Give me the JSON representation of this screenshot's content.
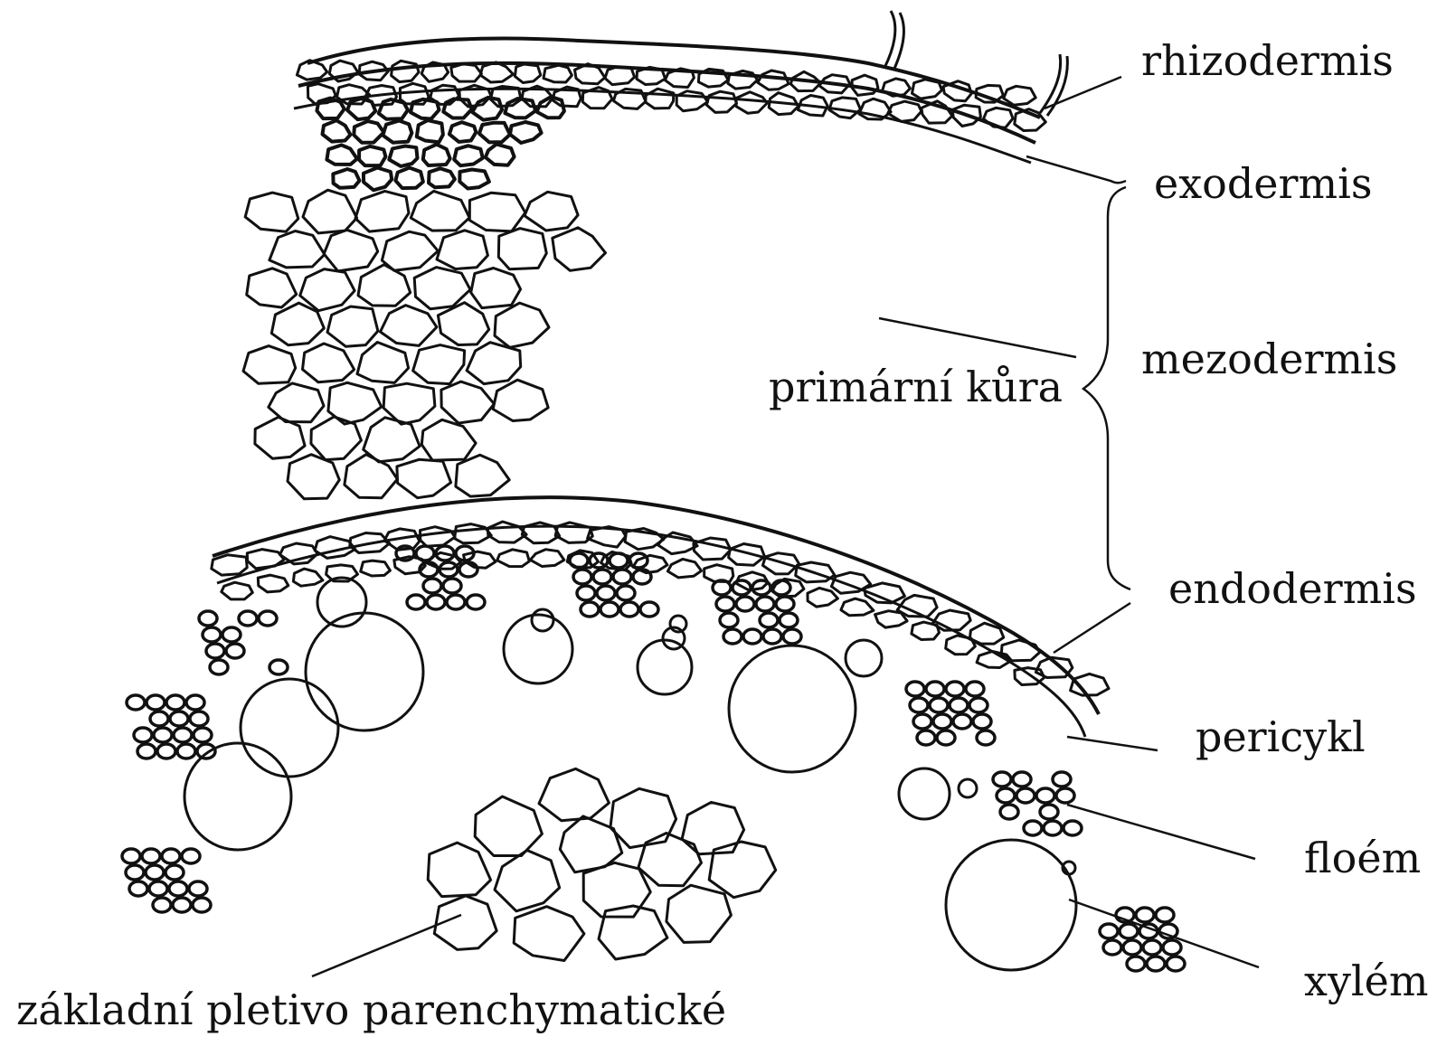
{
  "labels": {
    "rhizodermis": "rhizodermis",
    "exodermis": "exodermis",
    "mezodermis": "mezodermis",
    "primarni_kura": "primární kůra",
    "endodermis": "endodermis",
    "pericykl": "pericykl",
    "floem": "floém",
    "xylem": "xylém",
    "zakladni_pletivo": "základní pletivo parenchymatické"
  },
  "colors": {
    "ink": "#111111",
    "paper": "#ffffff"
  }
}
